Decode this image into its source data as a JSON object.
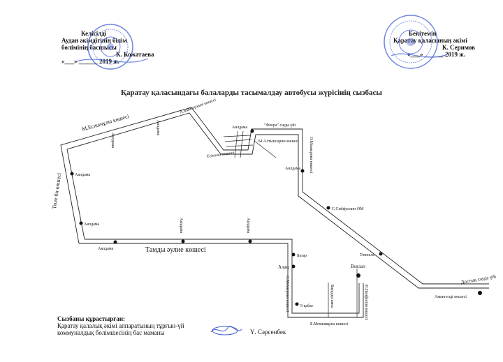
{
  "approval_left": {
    "line1": "Келісілді",
    "line2": "Аудан әкімдігінің білім",
    "line3": "бөлімінің басшысы",
    "line4": "К. Кожатаева",
    "line5": "«___» ______ 2019 ж."
  },
  "approval_right": {
    "line1": "Бекітемін",
    "line2": "Қаратау қаласының әкімі",
    "line3": "К. Серимов",
    "line4": "«___» ______ 2019 ж."
  },
  "title": "Қаратау қаласындағы балаларды тасымалдау автобусы жүрісінің сызбасы",
  "map_labels": {
    "street_eszhanuly": "М.Есжанұлы көшесі",
    "street_baimurzaev": "А.Баймурзаев көшесі",
    "street_tole_bi": "Төле би көшесі",
    "street_tamdy": "Тамды әулие көшесі",
    "street_esimkhan": "Есімхан көшесі",
    "street_altynsarin": "Ы.Алтынсарин көшесі",
    "street_mamyrova": "Ә.Мамырова көшесі",
    "street_mamyrova2": "Ә.Мамырова көшесі",
    "street_baulder": "Баулдер аяғы",
    "street_momyshuly": "Б.Момышұлы көшесі",
    "street_panfilov": "И.Панфилов көшесі",
    "stop_akdama": "Аялдама",
    "stop_flora": "\"Флора\" сауда үйі",
    "stop_seifullin": "С.Сейфуллин ОМ",
    "stop_bazar": "Базар",
    "stop_alan": "Алаң",
    "stop_tonnel": "Тоннель",
    "stop_vokzal": "Вокзал",
    "stop_9kabat": "9 қабат",
    "stop_dostyk": "Достық сауда үйі",
    "stop_amangeldi": "Амангелді көшесі"
  },
  "footer": {
    "compiled_by": "Сызбаны құрастырған:",
    "position_line1": "Қаратау қалалық әкімі аппаратының тұрғын-үй",
    "position_line2": "коммуналдық бөлімшесінің бас маманы",
    "name": "Ү. Сәрсенбек"
  },
  "colors": {
    "seal_blue": "#3b5bd6",
    "ink": "#111111"
  }
}
